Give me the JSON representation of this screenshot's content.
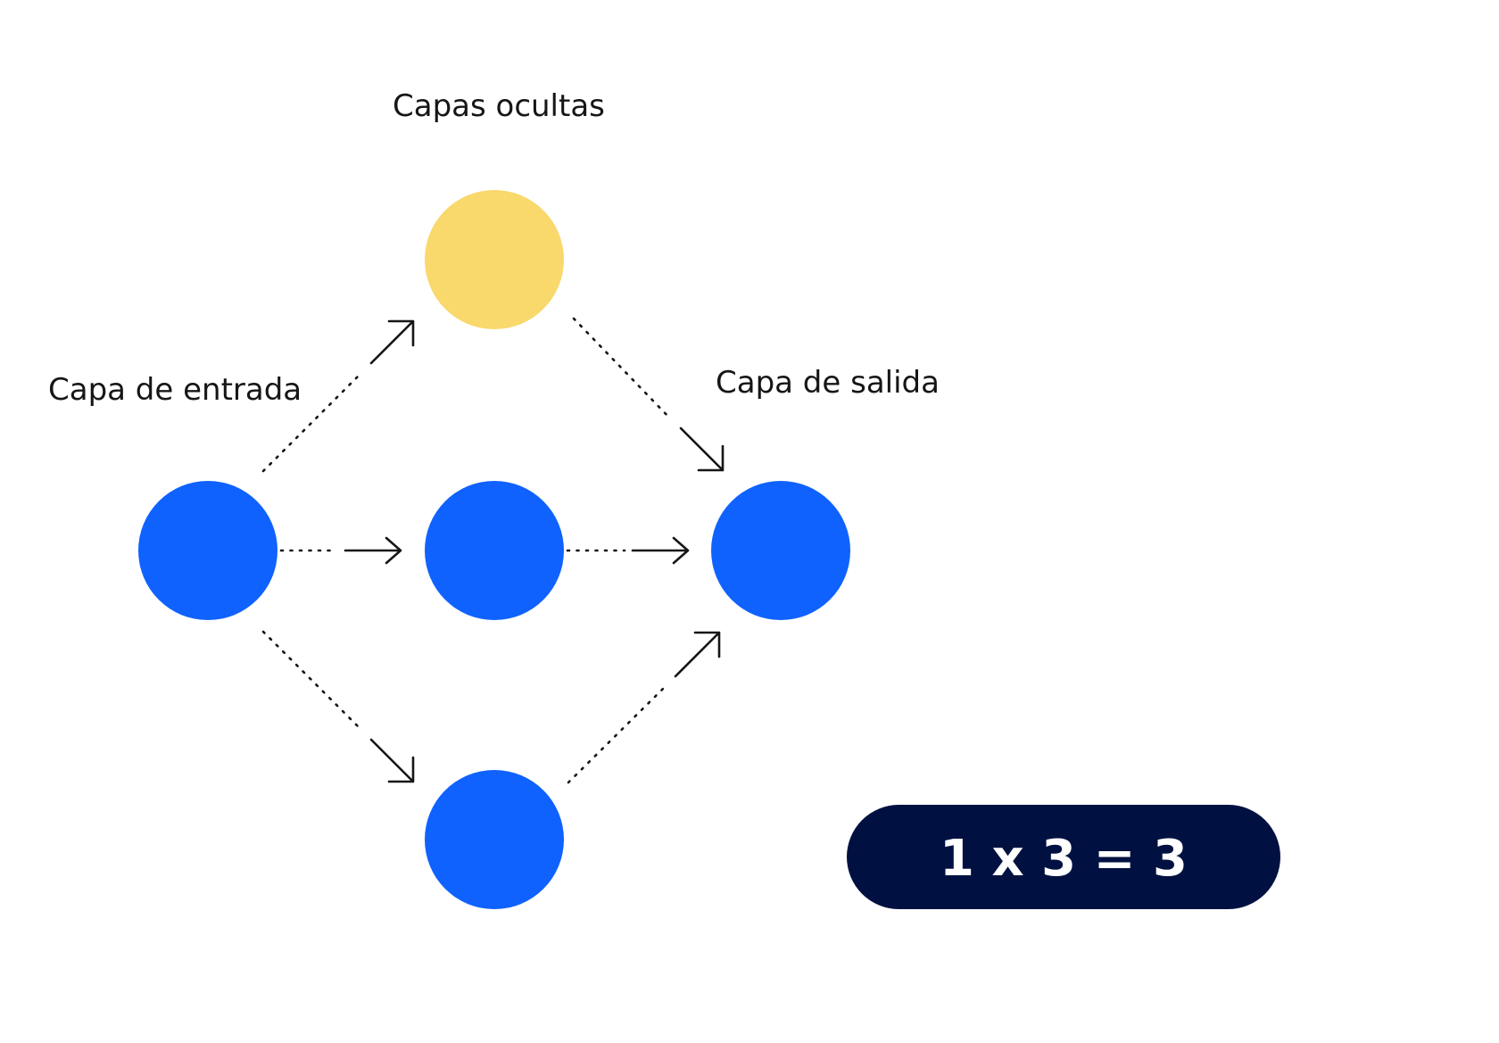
{
  "labels": {
    "hidden": "Capas ocultas",
    "input": "Capa de entrada",
    "output": "Capa de salida"
  },
  "equation": "1 x 3 = 3",
  "colors": {
    "node_blue": "#0f62fe",
    "node_highlight": "#f9d86c",
    "pill_bg": "#001141",
    "pill_text": "#ffffff",
    "label_text": "#161616"
  }
}
